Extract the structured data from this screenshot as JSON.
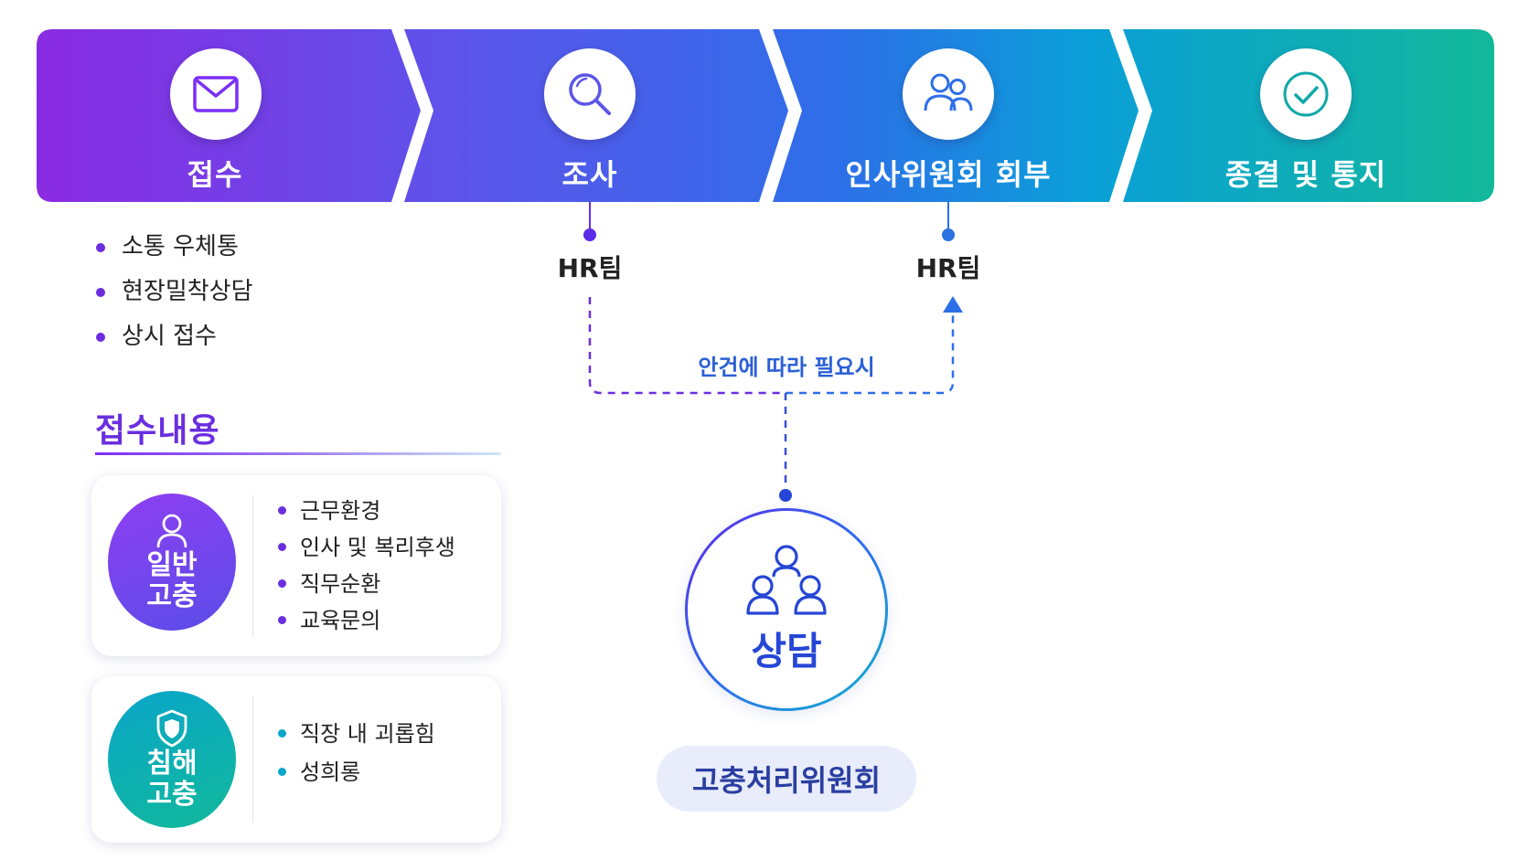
{
  "steps": [
    {
      "label": "접수",
      "icon": "mail-icon"
    },
    {
      "label": "조사",
      "icon": "search-icon"
    },
    {
      "label": "인사위원회 회부",
      "icon": "people-icon"
    },
    {
      "label": "종결 및 통지",
      "icon": "check-circle-icon"
    }
  ],
  "step_colors": [
    "#8a2be2",
    "#5b55ea",
    "#2d6fe8",
    "#0a9fd8",
    "#12b89a"
  ],
  "channels": [
    "소통 우체통",
    "현장밀착상담",
    "상시 접수"
  ],
  "hr_labels": [
    "HR팀",
    "HR팀"
  ],
  "section_title": "접수내용",
  "cards": [
    {
      "badge_line1": "일반",
      "badge_line2": "고충",
      "badge_icon": "person-icon",
      "items": [
        "근무환경",
        "인사 및 복리후생",
        "직무순환",
        "교육문의"
      ]
    },
    {
      "badge_line1": "침해",
      "badge_line2": "고충",
      "badge_icon": "shield-icon",
      "items": [
        "직장 내 괴롭힘",
        "성희롱"
      ]
    }
  ],
  "condition_label": "안건에 따라 필요시",
  "consult": {
    "label": "상담",
    "icon": "group-icon"
  },
  "committee_label": "고충처리위원회"
}
